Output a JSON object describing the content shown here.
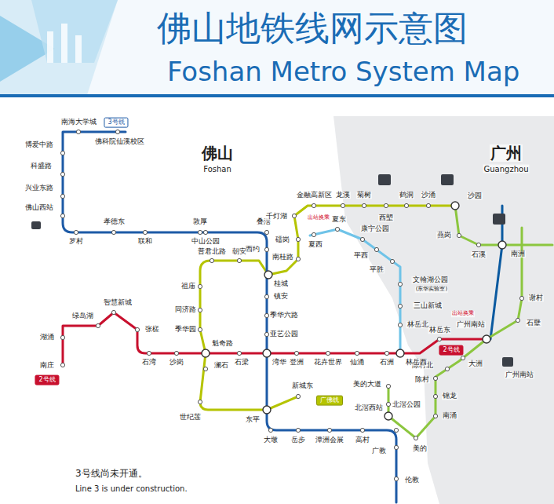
{
  "diagram": {
    "title": "佛山地铁线网示意图",
    "caption": "3号线尚未开通。",
    "nodes": [
      {
        "text": [
          "3号线"
        ]
      },
      {
        "text": [
          "2号线"
        ]
      },
      {
        "text": [
          "2号线"
        ]
      },
      {
        "text": [
          "广佛线"
        ]
      }
    ],
    "labels": [
      "Foshan Metro System Map",
      "佛山",
      "Foshan",
      "广州",
      "Guangzhou",
      "Line 3 is under construction.",
      "南海大学城",
      "佛科院仙溪校区",
      "博爱中路",
      "科盛路",
      "兴业东路",
      "佛山西站",
      "罗村",
      "孝德东",
      "联和",
      "敦厚",
      "中山公园",
      "叠滘",
      "西约",
      "千灯湖",
      "金融高新区",
      "龙溪",
      "菊树",
      "西塱",
      "鹤洞",
      "沙涌",
      "沙园",
      "礌岗",
      "南桂路",
      "桂城",
      "朝安",
      "普君北路",
      "祖庙",
      "镇安",
      "同济路",
      "季华六路",
      "季华园",
      "亚艺公园",
      "魁奇路",
      "湾华",
      "澜石",
      "石梁",
      "石湾",
      "沙岗",
      "世纪莲",
      "东平",
      "新城东",
      "大墩",
      "岳步",
      "潭洲会展",
      "高村",
      "广教",
      "伦教",
      "北滘西站",
      "美的大道",
      "北滘公园",
      "美的",
      "南涌",
      "锦龙",
      "陈村",
      "陈村北",
      "大洲",
      "广州南站",
      "出站换乘",
      "广州南站",
      "石壁",
      "谢村",
      "林岳西",
      "林岳东",
      "林岳北",
      "三山新城",
      "文翰湖公园",
      "(东华实验室)",
      "夏西",
      "夏东",
      "康宁公园",
      "平西",
      "平胜",
      "出站换乘",
      "燕岗",
      "石溪",
      "南洲",
      "湖涌",
      "南庄",
      "绿岛湖",
      "智慧新城",
      "张槎",
      "登洲",
      "花卉世界",
      "仙涌",
      "石洲"
    ]
  }
}
